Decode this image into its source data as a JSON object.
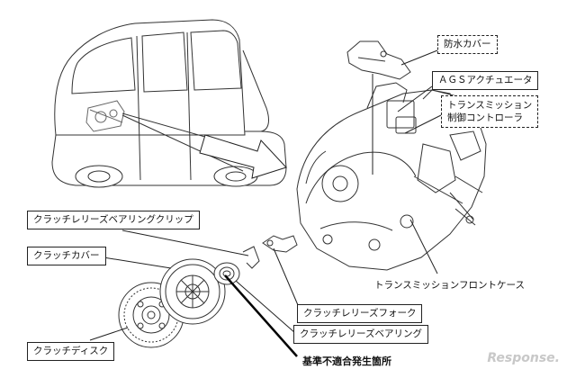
{
  "callouts": {
    "waterproof_cover": "防水カバー",
    "ags_actuator": "ＡＧＳアクチュエータ",
    "tcu_line1": "トランスミッション",
    "tcu_line2": "制御コントローラ",
    "release_bearing_clip": "クラッチレリーズベアリングクリップ",
    "clutch_cover": "クラッチカバー",
    "transmission_front_case": "トランスミッションフロントケース",
    "release_fork": "クラッチレリーズフォーク",
    "release_bearing": "クラッチレリーズベアリング",
    "clutch_disc": "クラッチディスク",
    "nonconformity_location": "基準不適合発生箇所"
  },
  "watermark": "Response."
}
